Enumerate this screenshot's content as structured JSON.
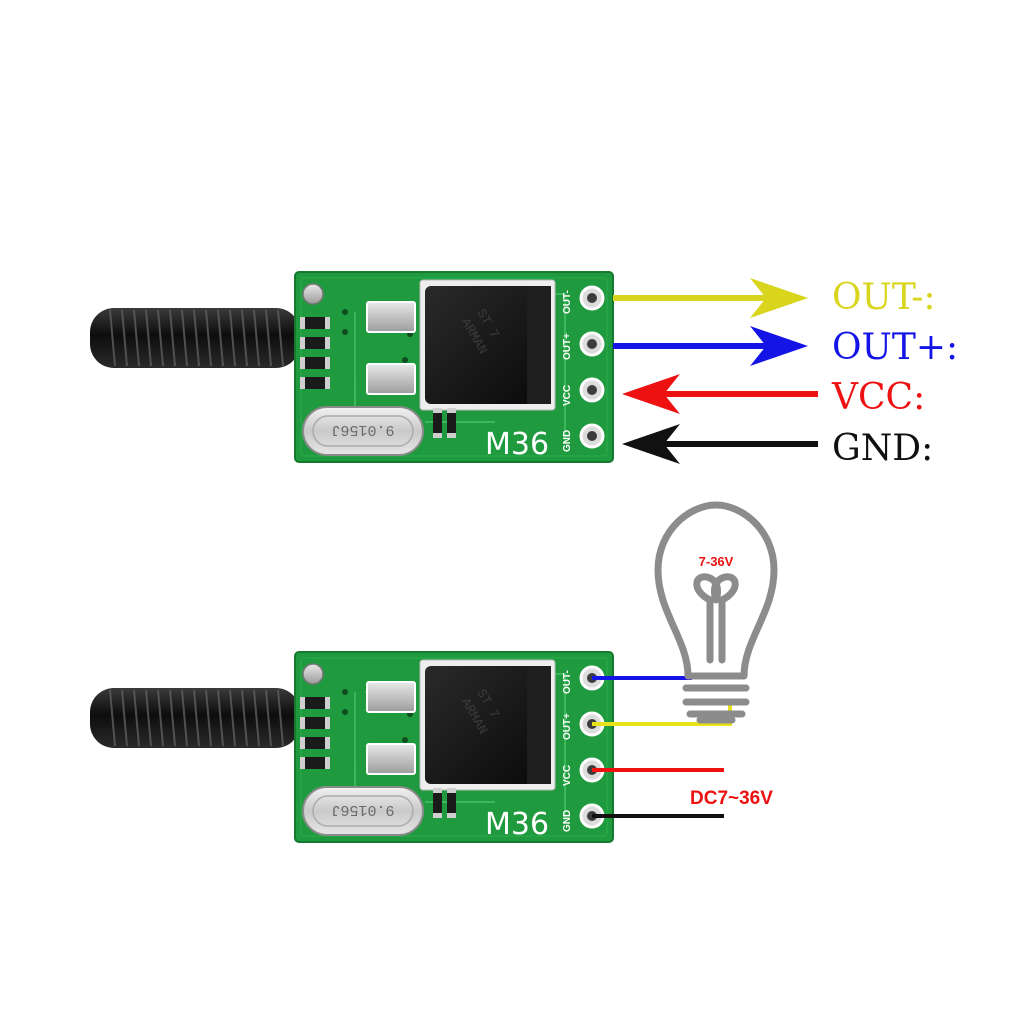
{
  "module_top": {
    "board_label": "M36",
    "crystal_label": "9.0156J",
    "pins": [
      "OUT-",
      "OUT+",
      "VCC",
      "GND"
    ]
  },
  "module_bottom": {
    "board_label": "M36",
    "crystal_label": "9.0156J",
    "pins": [
      "OUT-",
      "OUT+",
      "VCC",
      "GND"
    ]
  },
  "legend": {
    "out_minus": "OUT-:",
    "out_plus": "OUT+:",
    "vcc": "VCC:",
    "gnd": "GND:"
  },
  "bulb_label": "7-36V",
  "supply_label": "DC7~36V",
  "colors": {
    "out_minus": "#d8d51c",
    "out_plus": "#1414e6",
    "vcc": "#ee1111",
    "gnd": "#111111",
    "pcb": "#1f9a3e",
    "coil": "#1b1b1b"
  }
}
